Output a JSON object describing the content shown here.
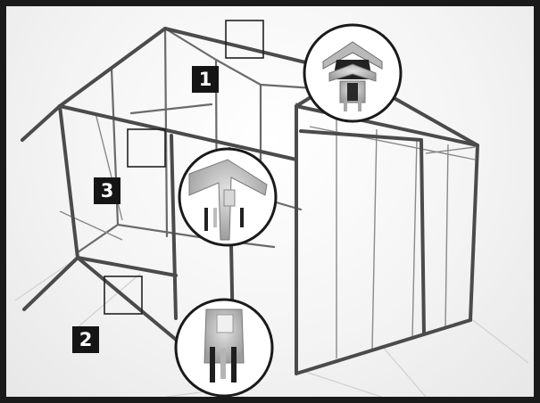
{
  "callouts": [
    {
      "number": "1"
    },
    {
      "number": "2"
    },
    {
      "number": "3"
    }
  ],
  "colors": {
    "frame_border": "#1a1a1a",
    "structure": "#4b4b4b",
    "badge_bg": "#151515",
    "badge_text": "#ffffff",
    "detail_profile": "#c7c7c7"
  }
}
